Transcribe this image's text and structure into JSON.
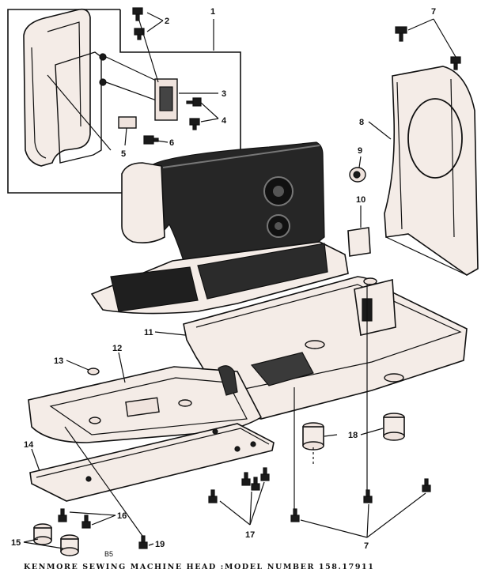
{
  "callouts": {
    "c1": "1",
    "c2": "2",
    "c3": "3",
    "c4": "4",
    "c5": "5",
    "c6": "6",
    "c7a": "7",
    "c8": "8",
    "c9": "9",
    "c10": "10",
    "c11": "11",
    "c12": "12",
    "c13": "13",
    "c14": "14",
    "c15": "15",
    "c16": "16",
    "c17": "17",
    "c18": "18",
    "c19": "19",
    "c7b": "7"
  },
  "page_code": "B5",
  "footer": "KENMORE SEWING MACHINE HEAD :MODEL NUMBER 158.17911",
  "colors": {
    "ink": "#111111",
    "part_fill": "#f4ece7",
    "background": "#ffffff"
  }
}
